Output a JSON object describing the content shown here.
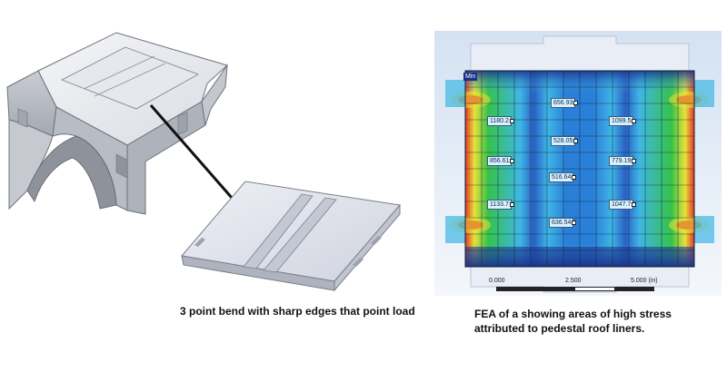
{
  "left_caption": "3 point bend with sharp edges that point load",
  "right_caption_line1": "FEA of a showing areas of high stress",
  "right_caption_line2": "attributed to pedestal roof liners.",
  "fea": {
    "legend_tag": "Min",
    "probes": [
      {
        "value": "656.93"
      },
      {
        "value": "1180.2"
      },
      {
        "value": "1099.5"
      },
      {
        "value": "528.05"
      },
      {
        "value": "856.61"
      },
      {
        "value": "779.19"
      },
      {
        "value": "516.64"
      },
      {
        "value": "1133.7"
      },
      {
        "value": "1047.7"
      },
      {
        "value": "636.54"
      }
    ],
    "scale_ticks": [
      "0.000",
      "2.500",
      "5.000 (in)"
    ]
  },
  "colors": {
    "part_light": "#eceef2",
    "part_mid": "#d4d7dd",
    "part_dark": "#9ea2aa",
    "fea_red": "#e3342a",
    "fea_yellow": "#e8e23a",
    "fea_green": "#36c24a",
    "fea_cyan": "#3fb6e6",
    "fea_blue": "#2a5fc4",
    "fea_navy": "#1a2f8a"
  }
}
